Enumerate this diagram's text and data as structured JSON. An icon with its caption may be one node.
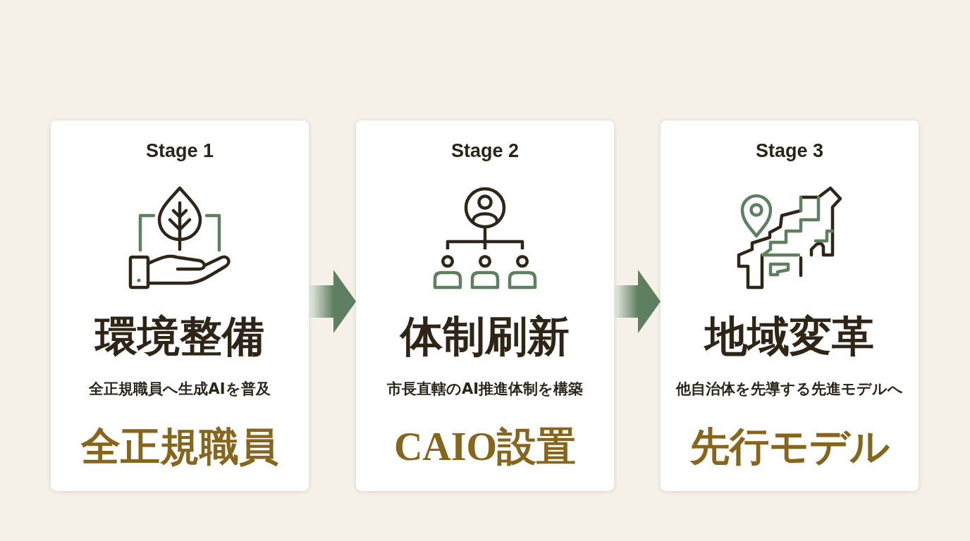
{
  "diagram": {
    "nodes": [
      {
        "text": [
          "Stage 1",
          "環境整備",
          "全正規職員へ生成AIを普及",
          "全正規職員"
        ]
      },
      {
        "text": [
          "Stage 2",
          "体制刷新",
          "市長直轄のAI推進体制を構築",
          "CAIO設置"
        ]
      },
      {
        "text": [
          "Stage 3",
          "地域変革",
          "他自治体を先導する先進モデルへ",
          "先行モデル"
        ]
      }
    ],
    "edges": [
      {
        "from": 0,
        "to": 1,
        "arrow": "to"
      },
      {
        "from": 1,
        "to": 2,
        "arrow": "to"
      }
    ]
  }
}
